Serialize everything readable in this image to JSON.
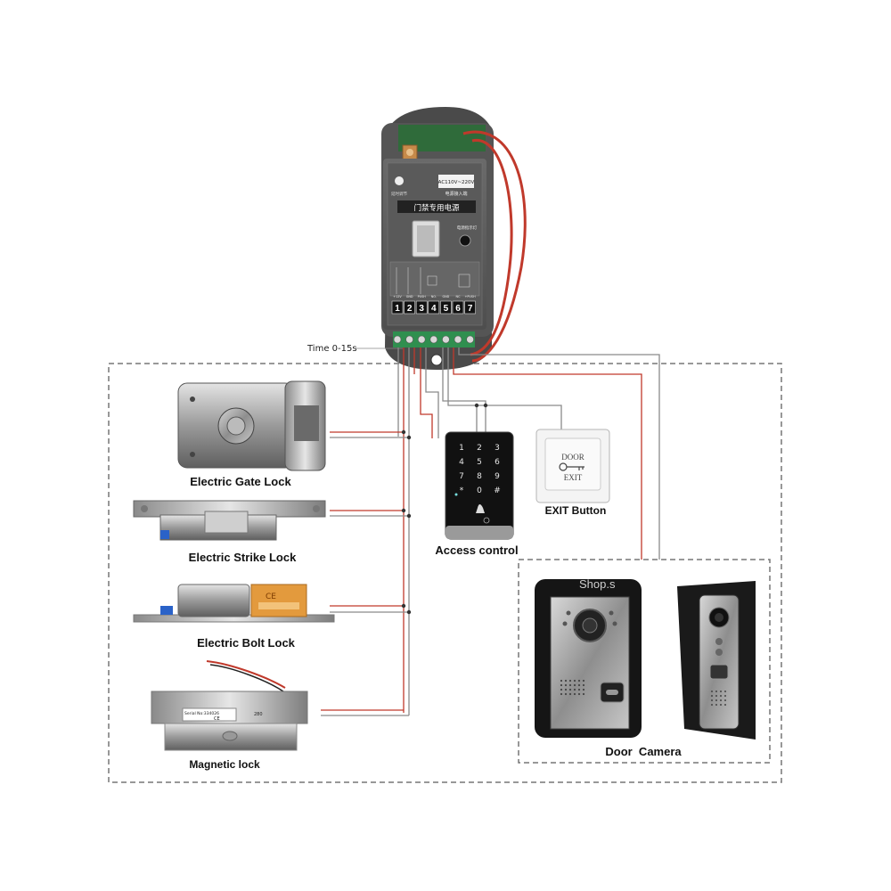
{
  "power_supply": {
    "title_cn": "门禁专用电源",
    "voltage": "AC110V~220V",
    "input_cn": "电源接入端",
    "indicator_cn": "电源指示灯",
    "adjust_cn": "延时调节",
    "terminal_names": [
      "+12V",
      "GND",
      "PUSH",
      "NO.",
      "GND",
      "NC",
      "+PUSH"
    ],
    "terminal_numbers": [
      "1",
      "2",
      "3",
      "4",
      "5",
      "6",
      "7"
    ],
    "delay_label": "Time 0-15s"
  },
  "devices": {
    "gate_lock": "Electric Gate Lock",
    "strike_lock": "Electric Strike Lock",
    "bolt_lock": "Electric Bolt Lock",
    "magnetic_lock": "Magnetic lock",
    "access_control": "Access control",
    "exit_button": "EXIT Button",
    "door_camera": "Door  Camera"
  },
  "exit_button_face": {
    "line1": "DOOR",
    "line2": "EXIT"
  },
  "keypad_keys": [
    "1",
    "2",
    "3",
    "4",
    "5",
    "6",
    "7",
    "8",
    "9",
    "*",
    "0",
    "#"
  ],
  "magnetic_lock_plate": {
    "serial": "Serial No:334026",
    "ce": "CE",
    "model": "280"
  },
  "watermark": "Shop.s",
  "colors": {
    "wire_red": "#c0392b",
    "wire_red_light": "#e58b80",
    "wire_gray": "#8a8a8a",
    "dash": "#777777",
    "terminal_green": "#2f8f4f"
  }
}
